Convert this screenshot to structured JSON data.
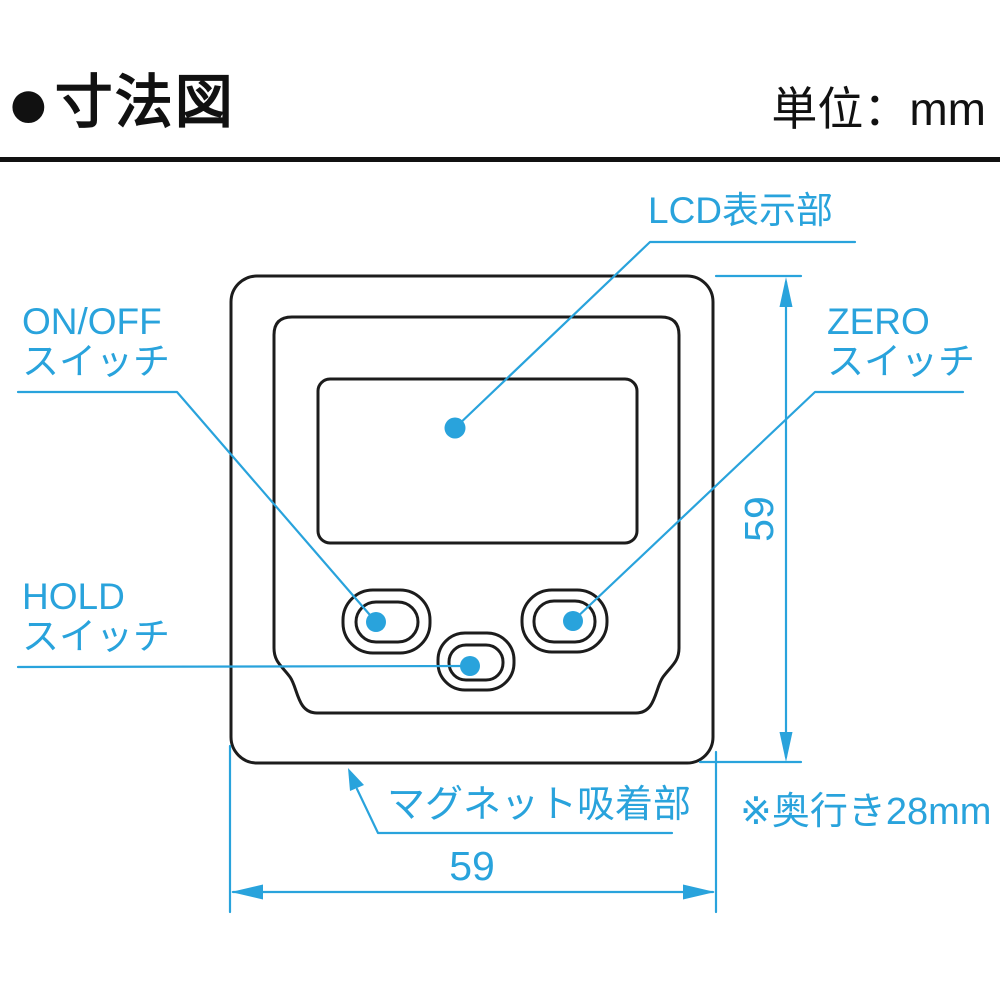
{
  "header": {
    "bullet": "●",
    "title": "寸法図",
    "unit": "単位：mm"
  },
  "labels": {
    "lcd": "LCD表示部",
    "onoff": [
      "ON/OFF",
      "スイッチ"
    ],
    "zero": [
      "ZERO",
      "スイッチ"
    ],
    "hold": [
      "HOLD",
      "スイッチ"
    ],
    "magnet": "マグネット吸着部",
    "depth_note": "※奥行き28mm"
  },
  "dimensions": {
    "width": "59",
    "height": "59",
    "depth": "28",
    "unit": "mm"
  },
  "colors": {
    "accent": "#29a3dc",
    "line": "#1c1c1c",
    "text": "#111111",
    "background": "#ffffff"
  }
}
